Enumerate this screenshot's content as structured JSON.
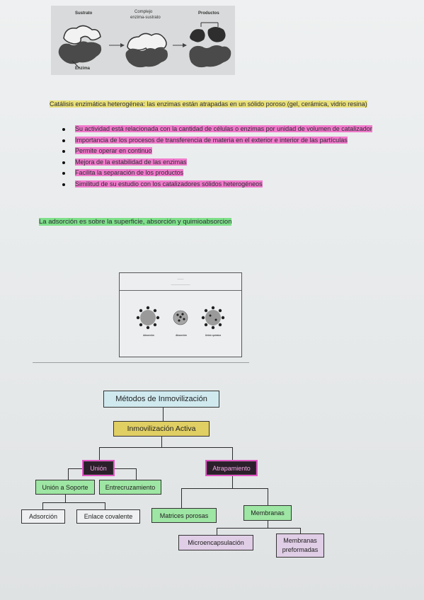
{
  "figure1": {
    "labels": {
      "sustrato": "Sustrato",
      "complejo": "Complejo",
      "complejo2": "enzima-sustrato",
      "productos": "Productos",
      "enzima": "Enzima"
    }
  },
  "paragraph": {
    "lead": "Catálisis enzimática heterogénea:",
    "rest": " las enzimas están atrapadas en un sólido poroso (gel, cerámica, vidrio resina)"
  },
  "bullets": [
    "Su actividad está relacionada con la cantidad de células o enzimas por unidad de volumen de catalizador",
    "Importancia de los procesos de transferencia de materia en el exterior e interior de las partículas",
    "Permite operar en continuo",
    "Mejora de la estabilidad de las enzimas",
    "Facilita la separación de los productos",
    "Similitud de su estudio con los catalizadores sólidos heterogéneos"
  ],
  "adsorcion_line": "La adsorción es sobre la superficie, absorción y quimioabsorcion",
  "figure2": {
    "labels": {
      "left": "Adsorción",
      "middle": "Absorción",
      "right": "Unión química"
    }
  },
  "diagram": {
    "root": "Métodos de Inmovilización",
    "level1": "Inmovilización Activa",
    "union": "Unión",
    "atrapamiento": "Atrapamiento",
    "union_soporte": "Unión a Soporte",
    "entrecruzamiento": "Entrecruzamiento",
    "adsorcion": "Adsorción",
    "enlace": "Enlace covalente",
    "matrices": "Matrices porosas",
    "membranas": "Membranas",
    "microenc": "Microencapsulación",
    "membranas_pref": "Membranas preformadas"
  },
  "colors": {
    "highlight_yellow": "#e9e07a",
    "highlight_pink": "#f07acb",
    "highlight_green": "#7fe08a",
    "box_pink": "#e354c5",
    "box_green": "#9ee6a3",
    "box_yellow": "#e0cf63",
    "box_blue": "#cfe9ef",
    "box_purple": "#e0cde6"
  }
}
